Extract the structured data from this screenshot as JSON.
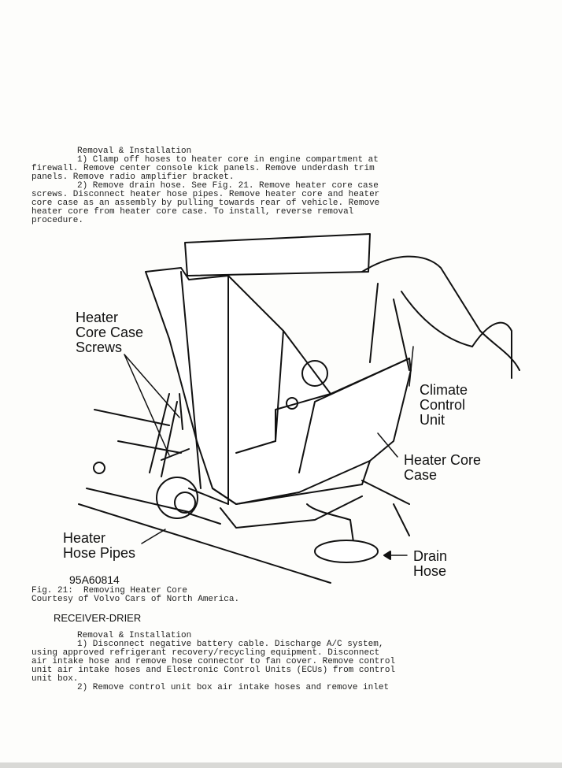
{
  "section1": {
    "heading": "Removal & Installation",
    "step1": "1) Clamp off hoses to heater core in engine compartment at\nfirewall. Remove center console kick panels. Remove underdash trim\npanels. Remove radio amplifier bracket.",
    "step2": "2) Remove drain hose. See Fig. 21. Remove heater core case\nscrews. Disconnect heater hose pipes. Remove heater core and heater\ncore case as an assembly by pulling towards rear of vehicle. Remove\nheater core from heater core case. To install, reverse removal\nprocedure."
  },
  "figure": {
    "labels": {
      "screws": "Heater\nCore Case\nScrews",
      "climate": "Climate\nControl\nUnit",
      "case": "Heater Core\nCase",
      "pipes": "Heater\nHose Pipes",
      "drain": "Drain\nHose"
    },
    "code": "95A60814",
    "caption": "Fig. 21:  Removing Heater Core",
    "courtesy": "Courtesy of Volvo Cars of North America."
  },
  "section2": {
    "title": "RECEIVER-DRIER",
    "heading": "Removal & Installation",
    "step1": "1) Disconnect negative battery cable. Discharge A/C system,\nusing approved refrigerant recovery/recycling equipment. Disconnect\nair intake hose and remove hose connector to fan cover. Remove control\nunit air intake hoses and Electronic Control Units (ECUs) from control\nunit box.",
    "step2": "2) Remove control unit box air intake hoses and remove inlet"
  }
}
